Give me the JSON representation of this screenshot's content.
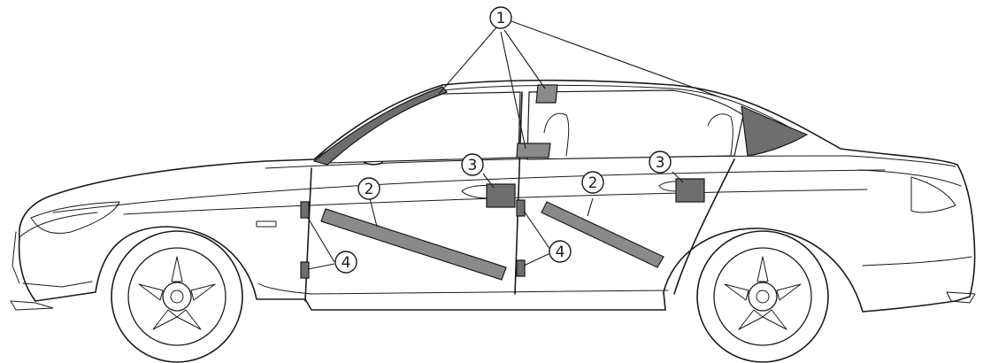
{
  "callouts": [
    {
      "id": "1",
      "label": "1"
    },
    {
      "id": "2a",
      "label": "2"
    },
    {
      "id": "2b",
      "label": "2"
    },
    {
      "id": "3a",
      "label": "3"
    },
    {
      "id": "3b",
      "label": "3"
    },
    {
      "id": "4a",
      "label": "4"
    },
    {
      "id": "4b",
      "label": "4"
    }
  ],
  "colors": {
    "line": "#1a1a1a",
    "part_fill": "#8a8a8a",
    "window_trim": "#6e6e6e",
    "background": "#ffffff"
  }
}
